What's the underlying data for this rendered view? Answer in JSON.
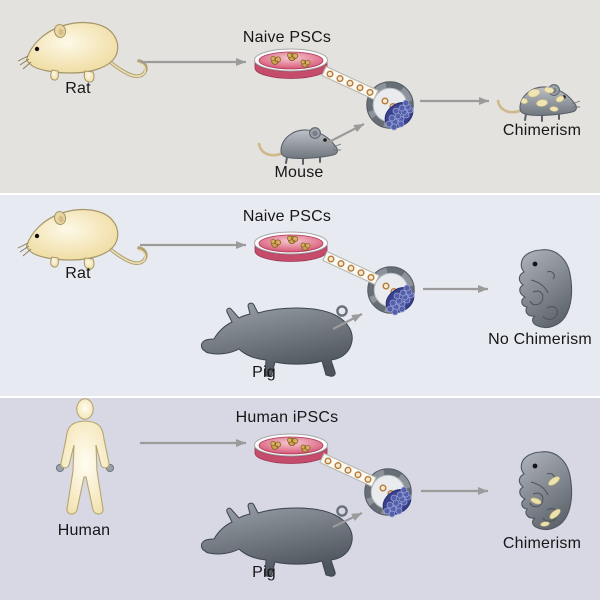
{
  "figure": {
    "description": "Interspecies blastocyst complementation diagram with three experiment rows",
    "rows": 3
  },
  "panels": [
    {
      "name": "rat-into-mouse",
      "donor_label": "Rat",
      "cells_label": "Naive PSCs",
      "host_label": "Mouse",
      "outcome_label": "Chimerism"
    },
    {
      "name": "rat-into-pig",
      "donor_label": "Rat",
      "cells_label": "Naive PSCs",
      "host_label": "Pig",
      "outcome_label": "No Chimerism"
    },
    {
      "name": "human-into-pig",
      "donor_label": "Human",
      "cells_label": "Human iPSCs",
      "host_label": "Pig",
      "outcome_label": "Chimerism"
    }
  ],
  "colors": {
    "panel1_bg": "#e3e2de",
    "panel2_bg": "#e7eaf1",
    "panel3_bg": "#d7d8e4",
    "rat_body": "#f0dfae",
    "mouse_body": "#8d939b",
    "pig_body": "#5f656d",
    "dish_medium": "#cf5c78",
    "colony_tan": "#cfa254",
    "icm_blue": "#39418e",
    "chimera_patch": "#efe5b4",
    "arrow_gray": "#9b9b9b",
    "text": "#161616"
  }
}
